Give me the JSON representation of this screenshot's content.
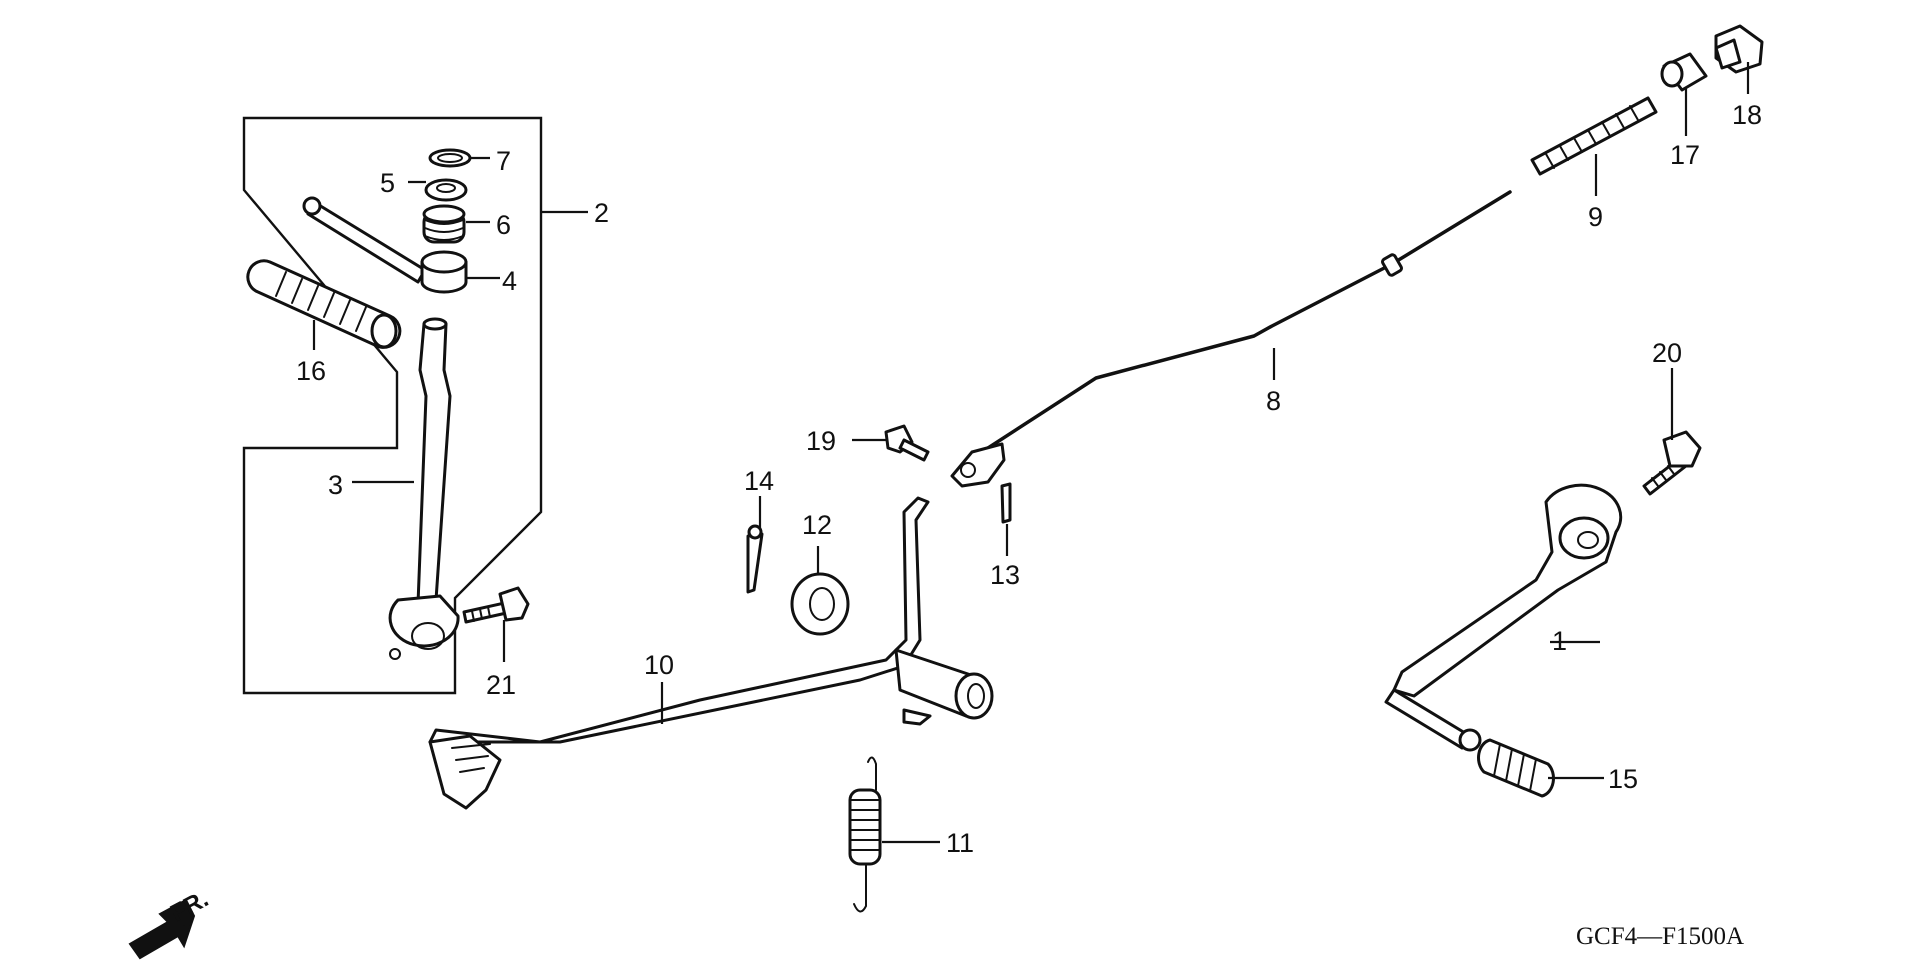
{
  "diagram": {
    "callouts": [
      "1",
      "2",
      "3",
      "4",
      "5",
      "6",
      "7",
      "8",
      "9",
      "10",
      "11",
      "12",
      "13",
      "14",
      "15",
      "16",
      "17",
      "18",
      "19",
      "20",
      "21"
    ],
    "direction_label": "FR.",
    "drawing_code": "GCF4—F1500A"
  }
}
